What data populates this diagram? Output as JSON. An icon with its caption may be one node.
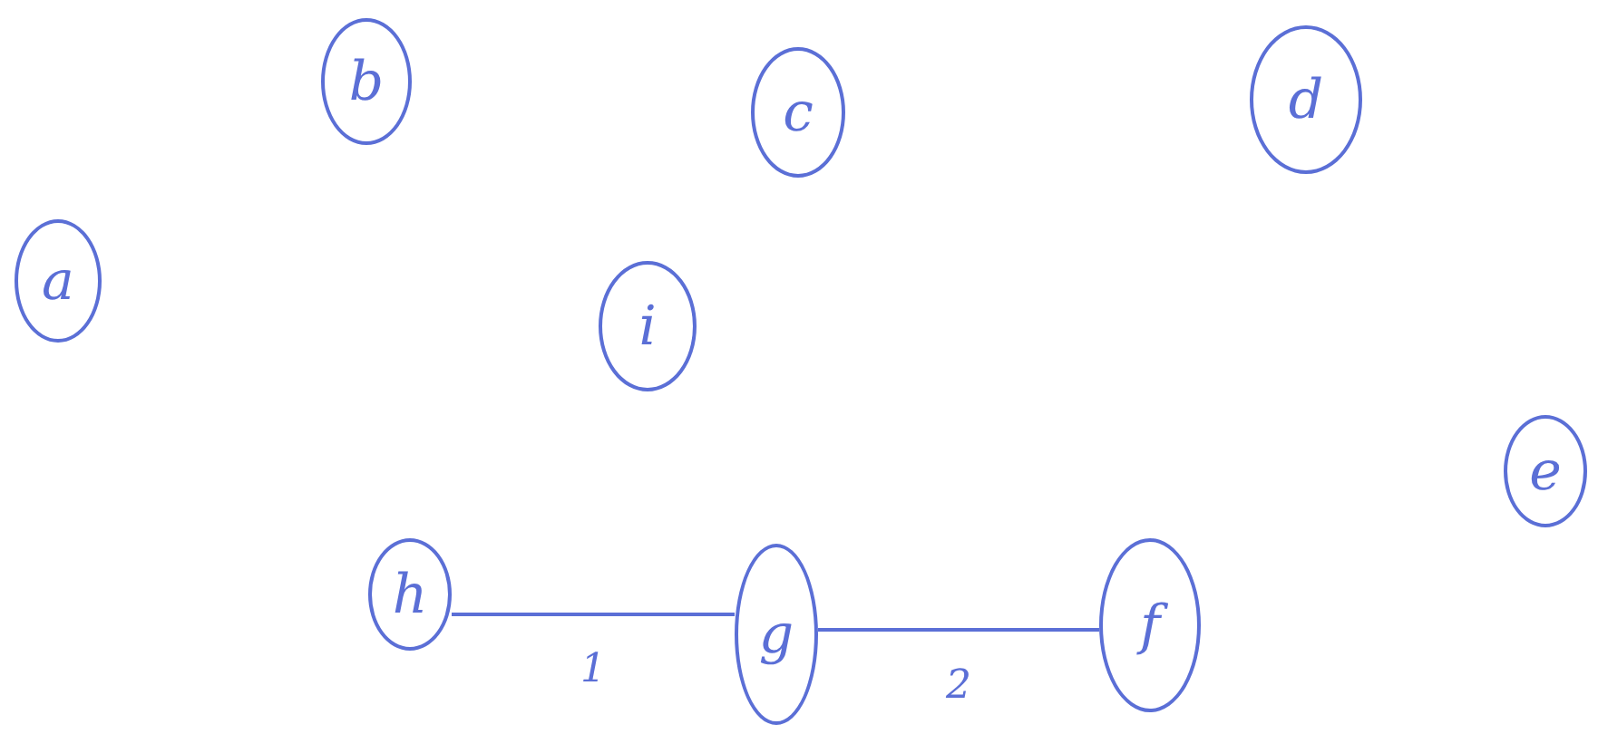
{
  "diagram": {
    "nodes": [
      {
        "text": [
          "a"
        ]
      },
      {
        "text": [
          "b"
        ]
      },
      {
        "text": [
          "c"
        ]
      },
      {
        "text": [
          "d"
        ]
      },
      {
        "text": [
          "i"
        ]
      },
      {
        "text": [
          "e"
        ]
      },
      {
        "text": [
          "h"
        ]
      },
      {
        "text": [
          "g"
        ]
      },
      {
        "text": [
          "f"
        ]
      }
    ],
    "edges": [
      {
        "from": 6,
        "to": 7,
        "arrow": "none",
        "label": "1"
      },
      {
        "from": 7,
        "to": 8,
        "arrow": "none",
        "label": "2"
      }
    ]
  }
}
